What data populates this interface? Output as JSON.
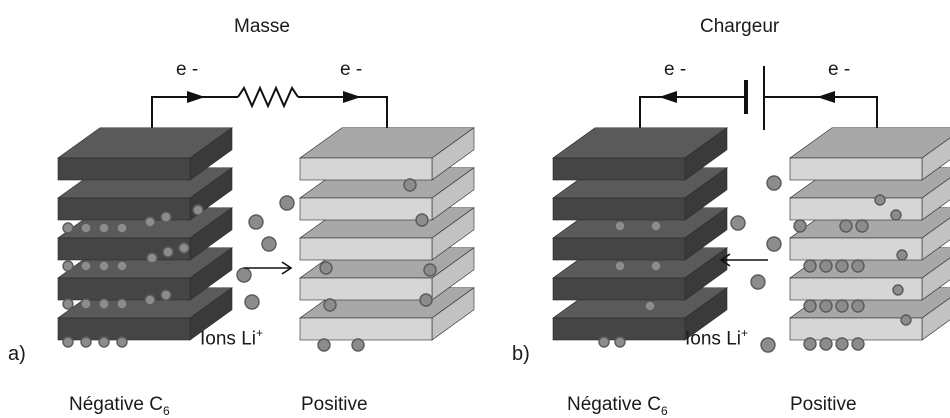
{
  "panels": [
    {
      "id": "a",
      "tag": "a)",
      "device": "Masse",
      "device_type": "resistor",
      "electron_left": "e -",
      "electron_right": "e -",
      "ions_label": "Ions Li",
      "ions_sup": "+",
      "negative_label": "Négative C",
      "negative_sub": "6",
      "positive_label": "Positive",
      "current_direction": "left-to-right",
      "ion_direction": "toward-positive"
    },
    {
      "id": "b",
      "tag": "b)",
      "device": "Chargeur",
      "device_type": "battery",
      "electron_left": "e -",
      "electron_right": "e -",
      "ions_label": "Ions Li",
      "ions_sup": "+",
      "negative_label": "Négative C",
      "negative_sub": "6",
      "positive_label": "Positive",
      "current_direction": "right-to-left",
      "ion_direction": "toward-negative"
    }
  ],
  "colors": {
    "negative_top": "#5a5a5a",
    "negative_front": "#454545",
    "negative_side": "#3a3a3a",
    "positive_top": "#a8a8a8",
    "positive_front": "#d6d6d6",
    "positive_side": "#c2c2c2",
    "ion_fill": "#8c8c8c",
    "ion_stroke": "#5a5a5a",
    "wire": "#111111"
  }
}
